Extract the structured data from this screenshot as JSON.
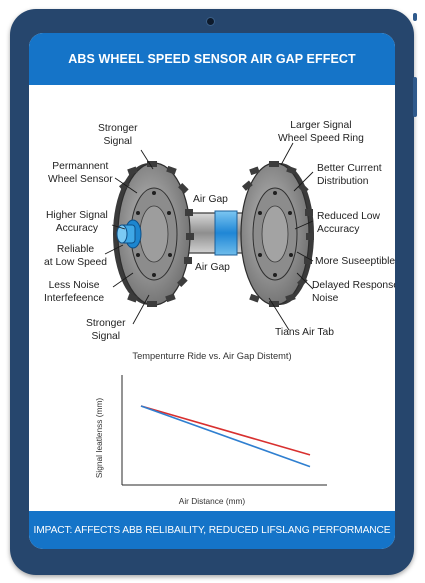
{
  "title": "ABS WHEEL SPEED SENSOR AIR GAP EFFECT",
  "footer": "IMPACT: AFFECTS ABB RELIBAILITY, REDUCED LIFSLANG PERFORMANCE",
  "diagram": {
    "left_labels": {
      "stronger_signal_top": [
        "Stronger",
        "Signal"
      ],
      "permanent_sensor": [
        "Permannent",
        "Wheel Sensor"
      ],
      "higher_accuracy": [
        "Higher Signal",
        "Accuracy"
      ],
      "reliable_low": [
        "Reliable",
        "at Low Speed"
      ],
      "less_noise": [
        "Less Noise",
        "Interfefeence"
      ],
      "stronger_signal_bottom": [
        "Stronger",
        "Signal"
      ]
    },
    "right_labels": {
      "larger_signal": [
        "Larger Signal",
        "Wheel Speed Ring"
      ],
      "better_current": [
        "Better Current",
        "Distribution"
      ],
      "reduced_low": [
        "Reduced Low",
        "Accuracy"
      ],
      "more_susceptible": "More Suseeptible",
      "delayed_response": [
        "Delayed Response",
        "Noise"
      ],
      "tians_air_tab": "Tians Air Tab"
    },
    "center_labels": {
      "air_gap_top": "Air Gap",
      "air_gap_bottom": "Air Gap"
    }
  },
  "chart_data": {
    "type": "line",
    "title": "Tempenturre Ride vs. Air Gap Distemt)",
    "xlabel": "Air Distance (mm)",
    "ylabel": "Signal Ieatlenss (mm)",
    "x": [
      0,
      1
    ],
    "series": [
      {
        "color": "#d8302f",
        "values": [
          1.0,
          0.33
        ]
      },
      {
        "color": "#2f7fd0",
        "values": [
          1.0,
          0.17
        ]
      }
    ],
    "grid": false
  },
  "colors": {
    "accent": "#1574c8",
    "bezel": "#26466d",
    "gap_highlight": "#2a8fd9"
  }
}
